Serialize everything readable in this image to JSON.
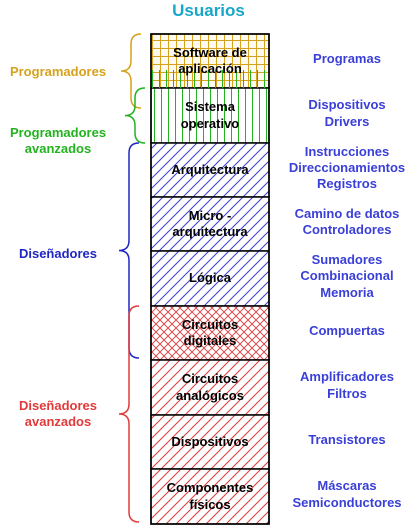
{
  "title": "Usuarios",
  "colors": {
    "title": "#1aa6c9",
    "functions": "#3a3fd8",
    "role_programadores": "#d6a21d",
    "role_avanzados": "#22b31f",
    "role_disenadores": "#1f27c2",
    "role_disenadores_avanzados": "#e23a3a"
  },
  "layers": [
    {
      "lines": [
        "Software de",
        "aplicación"
      ],
      "pattern": "grid-gold"
    },
    {
      "lines": [
        "Sistema",
        "operativo"
      ],
      "pattern": "vlines-green"
    },
    {
      "lines": [
        "Arquitectura"
      ],
      "pattern": "diag-blue"
    },
    {
      "lines": [
        "Micro -",
        "arquitectura"
      ],
      "pattern": "diag-blue"
    },
    {
      "lines": [
        "Lógica"
      ],
      "pattern": "diag-blue"
    },
    {
      "lines": [
        "Circuitos",
        "digitales"
      ],
      "pattern": "cross-red"
    },
    {
      "lines": [
        "Circuitos",
        "analógicos"
      ],
      "pattern": "diag-red"
    },
    {
      "lines": [
        "Dispositivos"
      ],
      "pattern": "diag-red"
    },
    {
      "lines": [
        "Componentes",
        "físicos"
      ],
      "pattern": "diag-red"
    }
  ],
  "functions": [
    {
      "lines": [
        "Programas"
      ]
    },
    {
      "lines": [
        "Dispositivos",
        "Drivers"
      ]
    },
    {
      "lines": [
        "Instrucciones",
        "Direccionamientos",
        "Registros"
      ]
    },
    {
      "lines": [
        "Camino de datos",
        "Controladores"
      ]
    },
    {
      "lines": [
        "Sumadores",
        "Combinacional",
        "Memoria"
      ]
    },
    {
      "lines": [
        "Compuertas"
      ]
    },
    {
      "lines": [
        "Amplificadores",
        "Filtros"
      ]
    },
    {
      "lines": [
        "Transistores"
      ]
    },
    {
      "lines": [
        "Máscaras",
        "Semiconductores"
      ]
    }
  ],
  "roles": [
    {
      "lines": [
        "Programadores"
      ],
      "color": "#d6a21d"
    },
    {
      "lines": [
        "Programadores",
        "avanzados"
      ],
      "color": "#22b31f"
    },
    {
      "lines": [
        "Diseñadores"
      ],
      "color": "#1f27c2"
    },
    {
      "lines": [
        "Diseñadores",
        "avanzados"
      ],
      "color": "#e23a3a"
    }
  ]
}
